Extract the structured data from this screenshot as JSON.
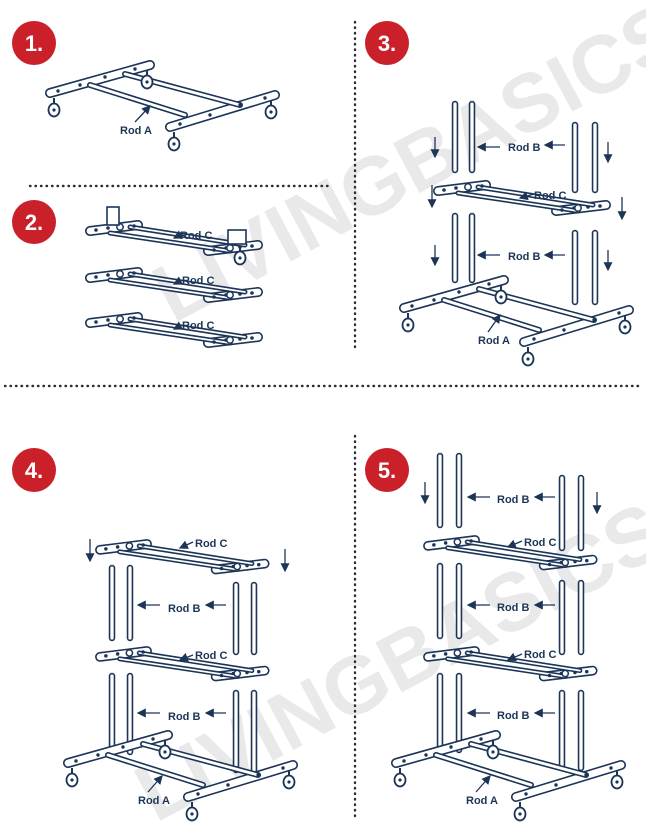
{
  "watermark": "LIVINGBASICS",
  "colors": {
    "badge": "#c9202a",
    "ink": "#1c3557",
    "dots": "#2b2b3a",
    "watermark": "#e9e9e9"
  },
  "steps": [
    {
      "number": "1.",
      "labels": [
        "Rod A"
      ]
    },
    {
      "number": "2.",
      "labels": [
        "Rod C",
        "Rod C",
        "Rod C"
      ]
    },
    {
      "number": "3.",
      "labels": [
        "Rod B",
        "Rod C",
        "Rod B",
        "Rod A"
      ]
    },
    {
      "number": "4.",
      "labels": [
        "Rod C",
        "Rod B",
        "Rod C",
        "Rod B",
        "Rod A"
      ]
    },
    {
      "number": "5.",
      "labels": [
        "Rod B",
        "Rod C",
        "Rod B",
        "Rod C",
        "Rod B",
        "Rod A"
      ]
    }
  ]
}
